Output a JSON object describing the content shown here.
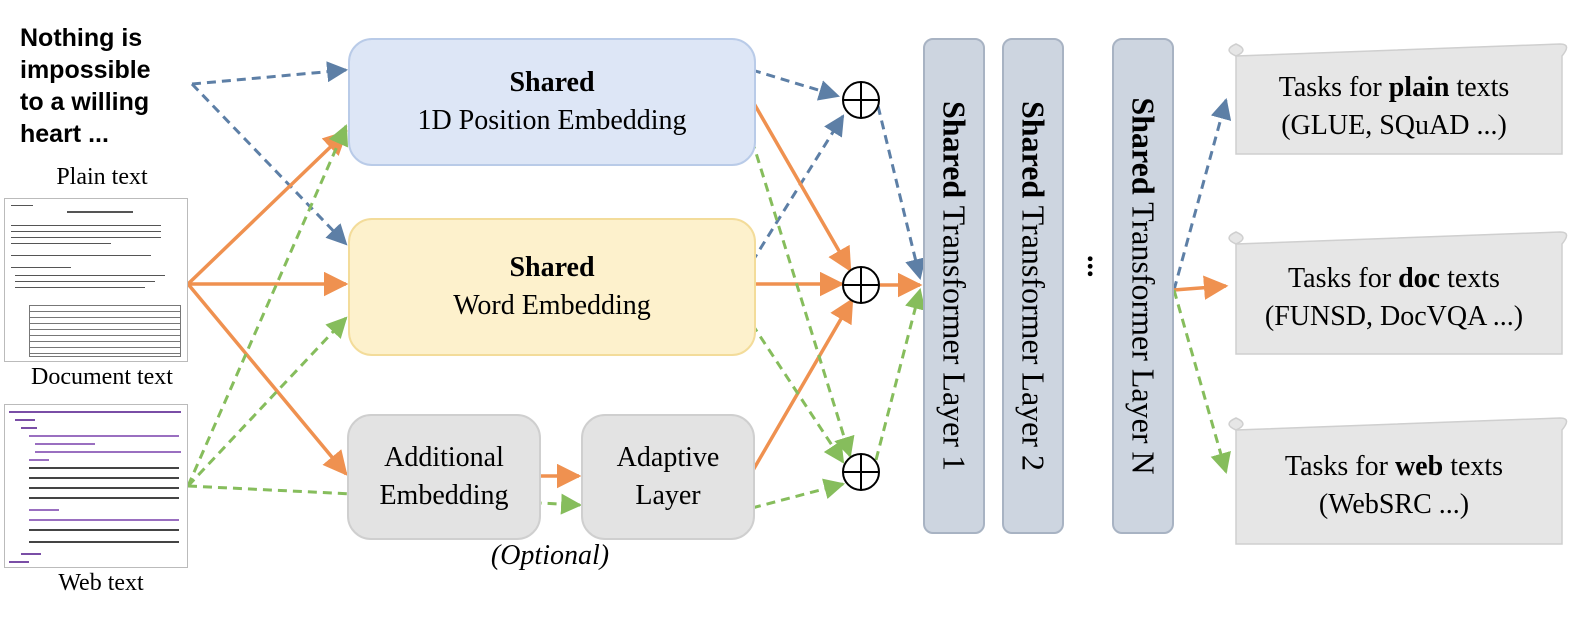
{
  "inputs": {
    "quote_lines": [
      "Nothing is",
      "impossible",
      "to a willing",
      "heart ..."
    ],
    "plain_label": "Plain text",
    "doc_label": "Document text",
    "web_label": "Web text"
  },
  "embeddings": {
    "position": {
      "bold": "Shared",
      "name": "1D Position Embedding"
    },
    "word": {
      "bold": "Shared",
      "name": "Word Embedding"
    },
    "additional": {
      "line1": "Additional",
      "line2": "Embedding"
    },
    "adaptive": {
      "line1": "Adaptive",
      "line2": "Layer"
    },
    "optional_label": "(Optional)"
  },
  "layers": [
    {
      "bold": "Shared",
      "name": "Transformer Layer 1"
    },
    {
      "bold": "Shared",
      "name": "Transformer Layer 2"
    },
    {
      "bold": "Shared",
      "name": "Transformer Layer N"
    }
  ],
  "ellipsis": "...",
  "tasks": [
    {
      "pre": "Tasks for ",
      "bold": "plain",
      "post": " texts",
      "examples": "(GLUE, SQuAD ...)"
    },
    {
      "pre": "Tasks for ",
      "bold": "doc",
      "post": " texts",
      "examples": "(FUNSD, DocVQA ...)"
    },
    {
      "pre": "Tasks for ",
      "bold": "web",
      "post": " texts",
      "examples": "(WebSRC ...)"
    }
  ],
  "colors": {
    "blue": "#5d7fa6",
    "orange": "#ef9150",
    "green": "#86bd5c",
    "position_fill": "#dde6f6",
    "word_fill": "#fdf1cc",
    "gray_fill": "#e3e3e3",
    "layer_fill": "#cdd5e0",
    "scroll_fill": "#e6e6e6"
  },
  "icons": {
    "sum": "circle-plus-icon",
    "arrow": "arrow-icon",
    "scroll": "scroll-icon"
  }
}
